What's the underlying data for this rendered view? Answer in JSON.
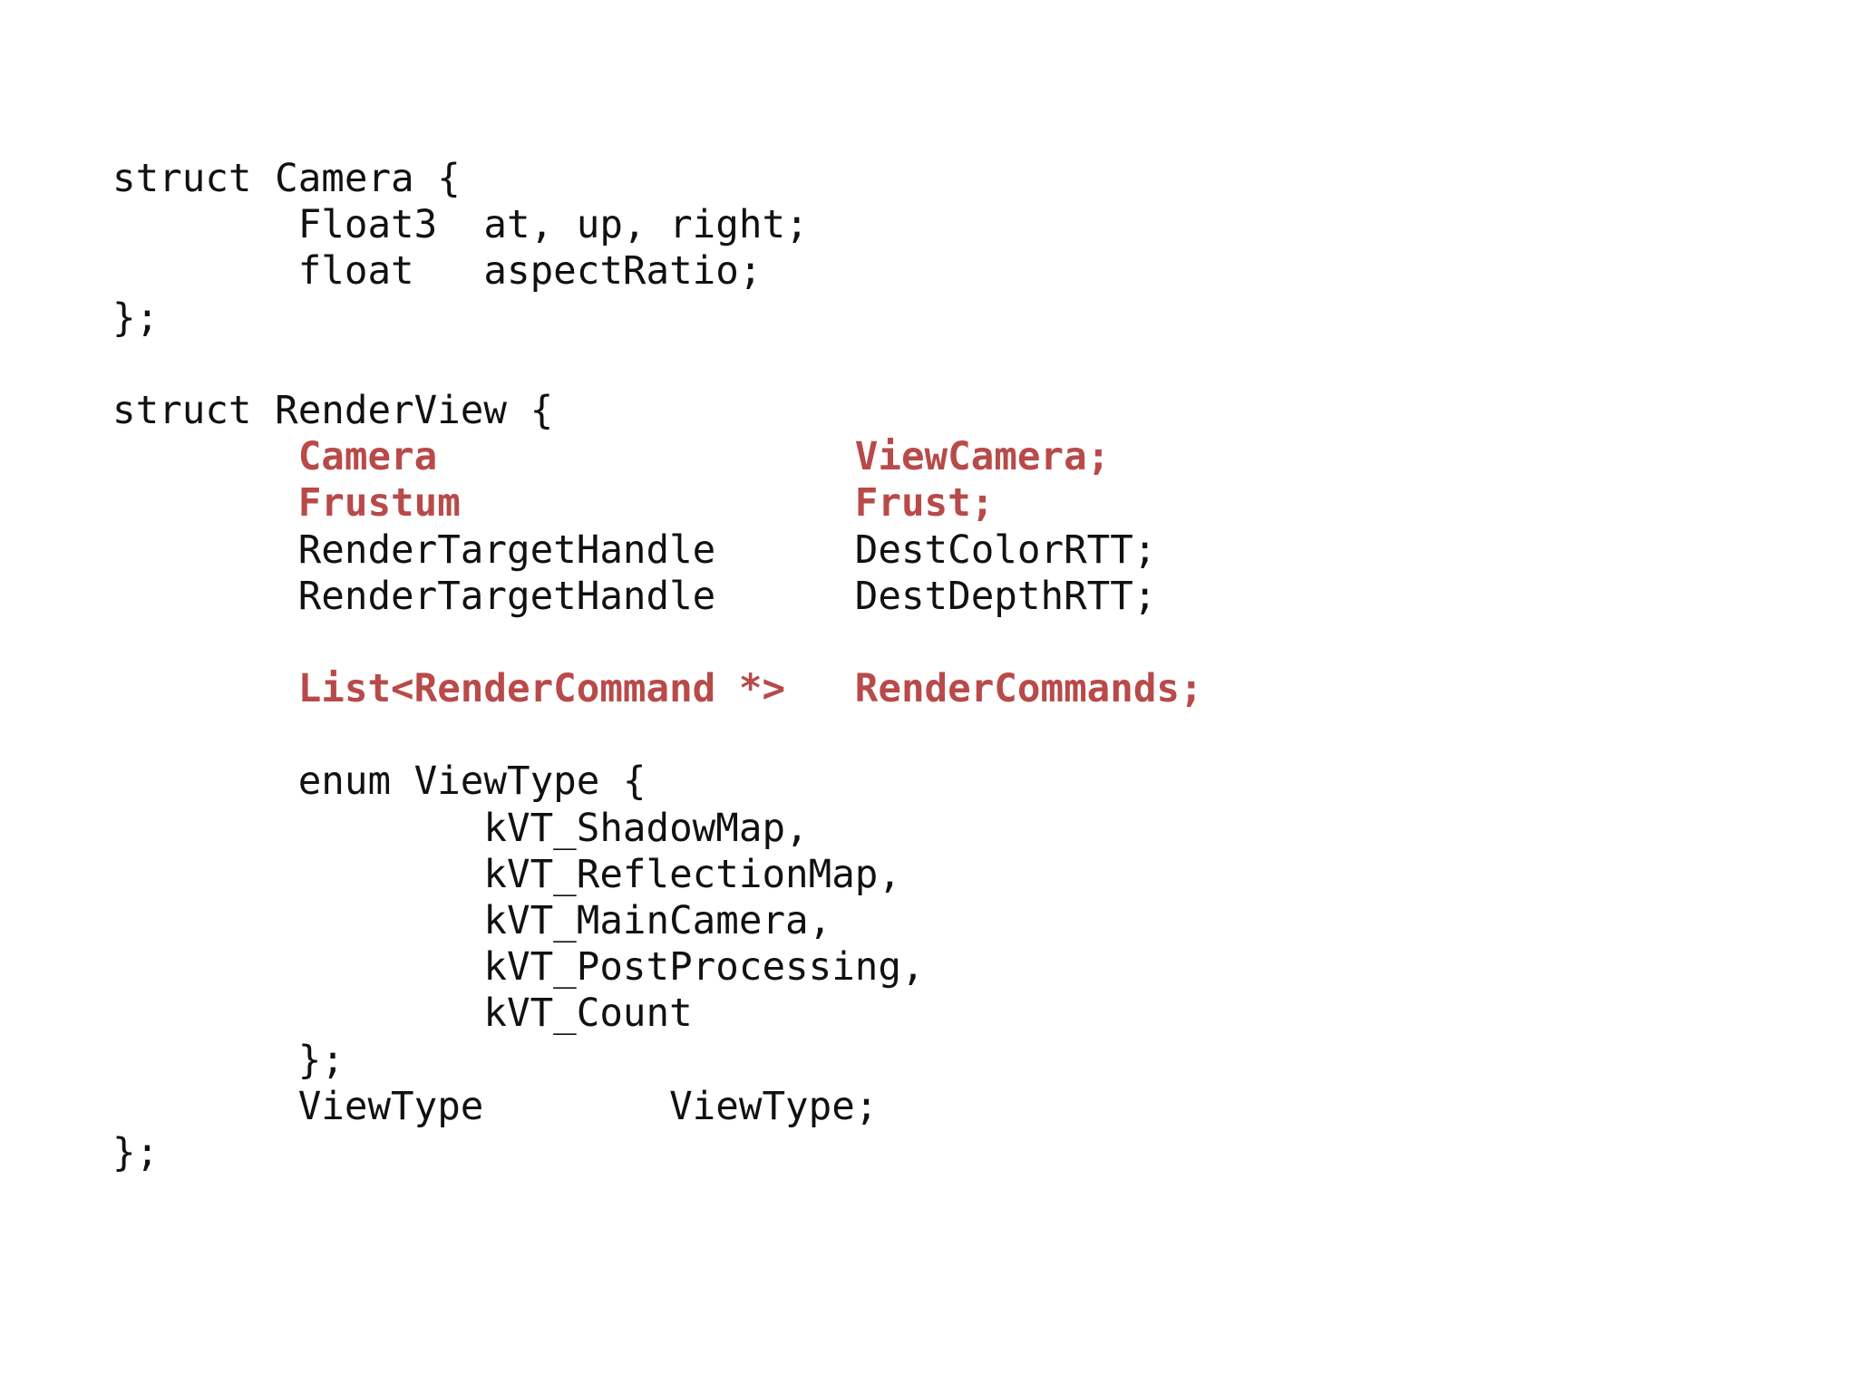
{
  "code": {
    "lines": [
      {
        "text": "struct Camera {",
        "highlight": false
      },
      {
        "text": "        Float3  at, up, right;",
        "highlight": false
      },
      {
        "text": "        float   aspectRatio;",
        "highlight": false
      },
      {
        "text": "};",
        "highlight": false
      },
      {
        "text": "",
        "highlight": false
      },
      {
        "text": "struct RenderView {",
        "highlight": false
      },
      {
        "text": "        Camera                  ViewCamera;",
        "highlight": true
      },
      {
        "text": "        Frustum                 Frust;",
        "highlight": true
      },
      {
        "text": "        RenderTargetHandle      DestColorRTT;",
        "highlight": false
      },
      {
        "text": "        RenderTargetHandle      DestDepthRTT;",
        "highlight": false
      },
      {
        "text": "",
        "highlight": false
      },
      {
        "text": "        List<RenderCommand *>   RenderCommands;",
        "highlight": true
      },
      {
        "text": "",
        "highlight": false
      },
      {
        "text": "        enum ViewType {",
        "highlight": false
      },
      {
        "text": "                kVT_ShadowMap,",
        "highlight": false
      },
      {
        "text": "                kVT_ReflectionMap,",
        "highlight": false
      },
      {
        "text": "                kVT_MainCamera,",
        "highlight": false
      },
      {
        "text": "                kVT_PostProcessing,",
        "highlight": false
      },
      {
        "text": "                kVT_Count",
        "highlight": false
      },
      {
        "text": "        };",
        "highlight": false
      },
      {
        "text": "        ViewType        ViewType;",
        "highlight": false
      },
      {
        "text": "};",
        "highlight": false
      }
    ],
    "highlight_color": "#b94a4a",
    "text_color": "#111111"
  }
}
